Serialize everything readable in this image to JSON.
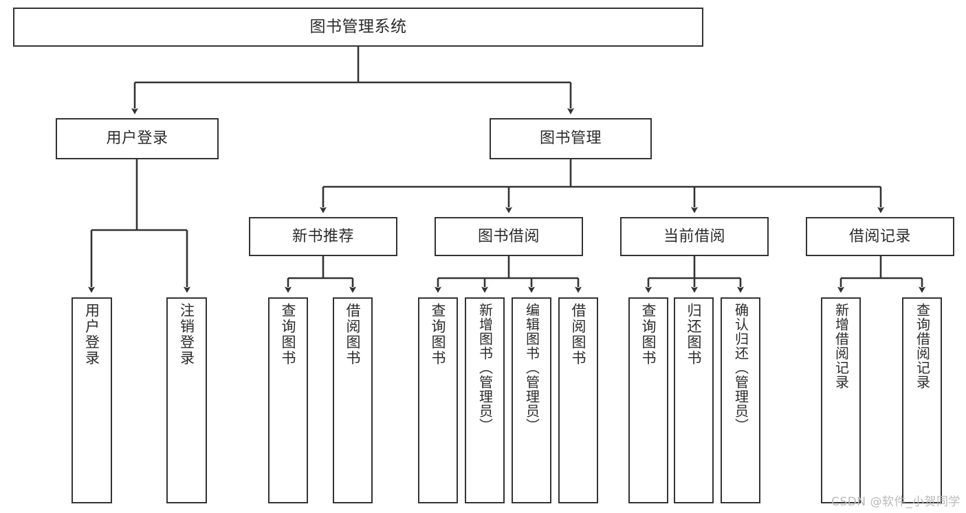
{
  "diagram": {
    "title": "图书管理系统",
    "type": "tree-hierarchy-chart",
    "stroke_color": "#333333",
    "fill_color": "#ffffff",
    "text_color": "#2b2b2b"
  },
  "root": {
    "label": "图书管理系统"
  },
  "tier1": [
    {
      "label": "用户登录"
    },
    {
      "label": "图书管理"
    }
  ],
  "tier2": [
    {
      "label": "新书推荐"
    },
    {
      "label": "图书借阅"
    },
    {
      "label": "当前借阅"
    },
    {
      "label": "借阅记录"
    }
  ],
  "leaves": {
    "user_login": [
      {
        "label": "用户登录"
      },
      {
        "label": "注销登录"
      }
    ],
    "new_book_recommend": [
      {
        "label": "查询图书"
      },
      {
        "label": "借阅图书"
      }
    ],
    "book_borrow": [
      {
        "label": "查询图书"
      },
      {
        "label": "新增图书（管理员）"
      },
      {
        "label": "编辑图书（管理员）"
      },
      {
        "label": "借阅图书"
      }
    ],
    "current_borrow": [
      {
        "label": "查询图书"
      },
      {
        "label": "归还图书"
      },
      {
        "label": "确认归还（管理员）"
      }
    ],
    "borrow_record": [
      {
        "label": "新增借阅记录"
      },
      {
        "label": "查询借阅记录"
      }
    ]
  },
  "watermark": {
    "text": "CSDN @软件_小贺同学"
  }
}
